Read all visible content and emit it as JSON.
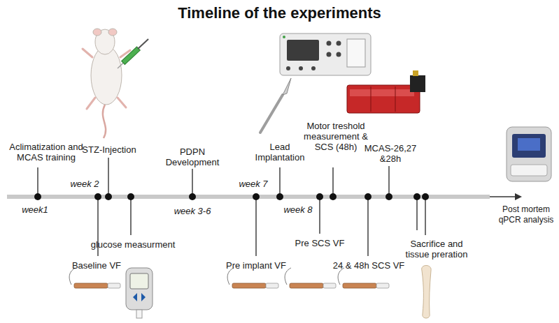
{
  "diagram": {
    "title": "Timeline of the experiments",
    "labels": [
      "Aclimatization and MCAS training",
      "week1",
      "week 2",
      "STZ-Injection",
      "Baseline VF",
      "glucose measurment",
      "PDPN Development",
      "week 3-6",
      "week 7",
      "Lead Implantation",
      "Pre implant VF",
      "week 8",
      "Motor treshold measurement & SCS (48h)",
      "Pre SCS VF",
      "MCAS-26,27 &28h",
      "24 & 48h SCS VF",
      "Sacrifice and tissue preration",
      "Post mortem qPCR analysis"
    ]
  }
}
